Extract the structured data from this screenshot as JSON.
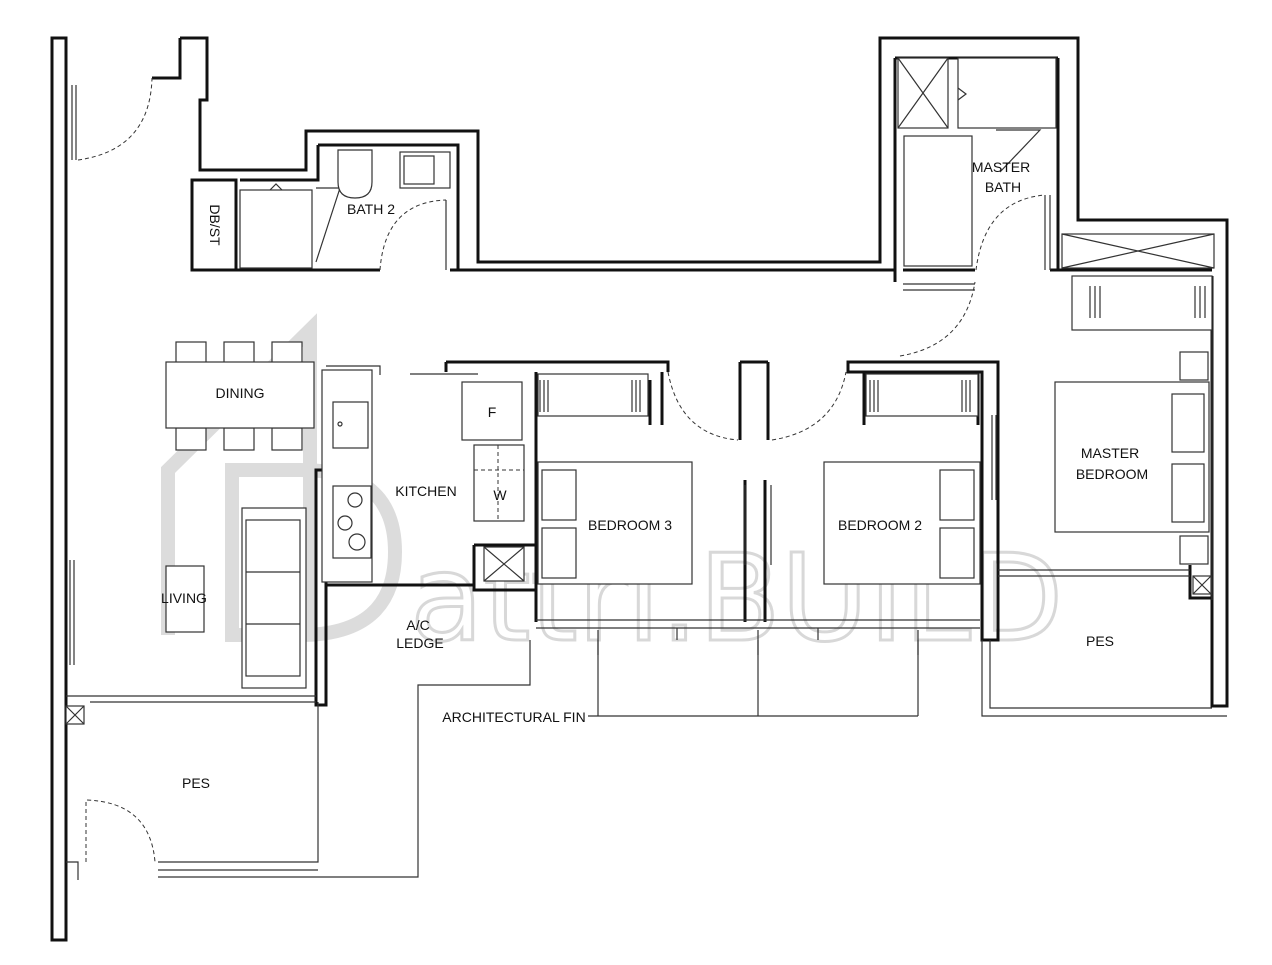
{
  "labels": {
    "db_st": "DB/ST",
    "bath_2": "BATH 2",
    "master_bath": "MASTER\nBATH",
    "dining": "DINING",
    "kitchen": "KITCHEN",
    "fridge": "F",
    "washer": "W",
    "bedroom_3": "BEDROOM 3",
    "bedroom_2": "BEDROOM 2",
    "master_bedroom": "MASTER\nBEDROOM",
    "living": "LIVING",
    "ac_ledge": "A/C\nLEDGE",
    "pes_left": "PES",
    "pes_right": "PES",
    "architectural_fin": "ARCHITECTURAL FIN"
  },
  "watermark": {
    "text": "attri.BUILD"
  }
}
